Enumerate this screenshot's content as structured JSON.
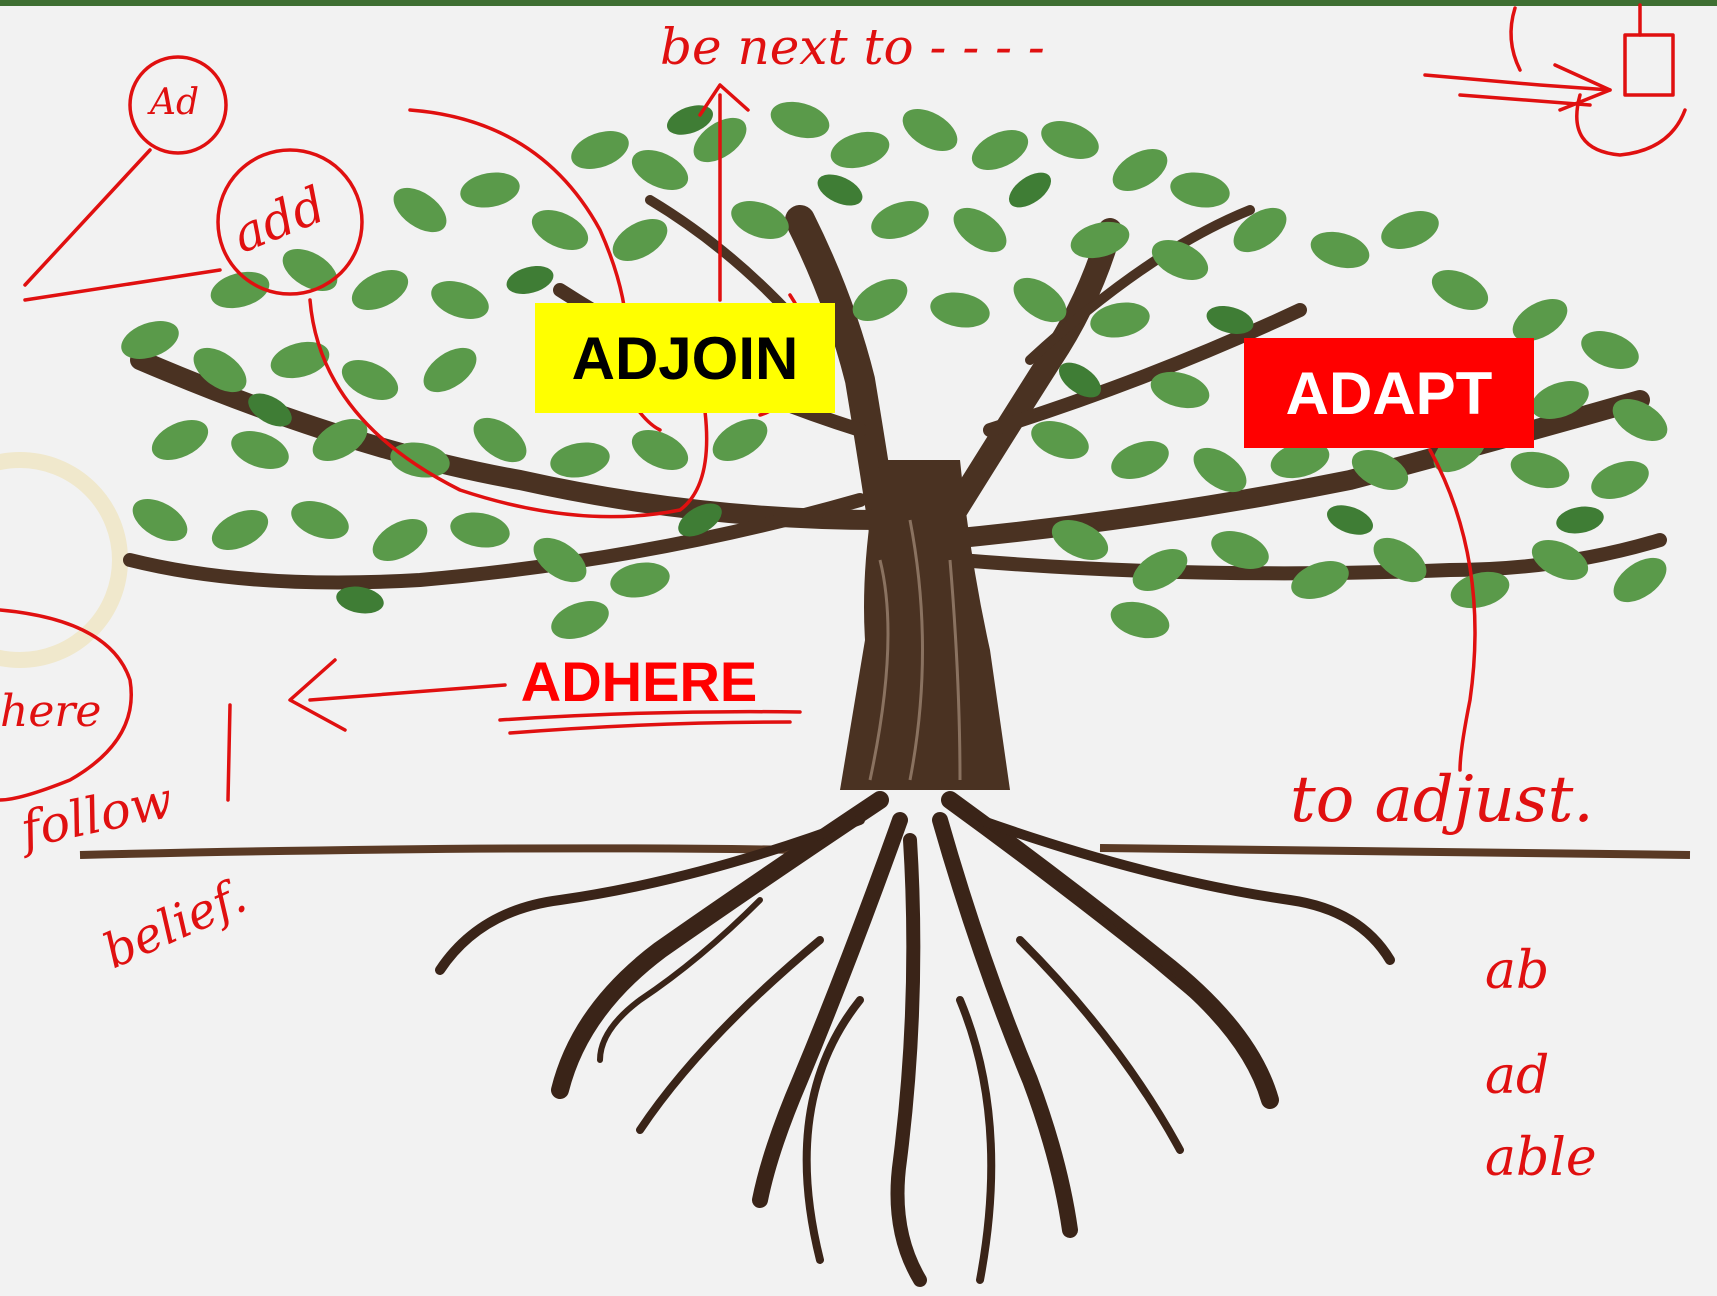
{
  "labels": {
    "adjoin": "ADJOIN",
    "adapt": "ADAPT",
    "adhere": "ADHERE"
  },
  "annotations": {
    "be_next_to": "be next to - - - -",
    "ad_circle": "Ad",
    "add_circle": "add",
    "to_adjust": "to adjust.",
    "here": "here",
    "follow": "follow",
    "belief": "belief.",
    "ab": "ab",
    "ad": "ad",
    "able": "able"
  },
  "colors": {
    "ink": "#e01010",
    "leaf": "#5a9a4a",
    "leaf_dark": "#3f7d35",
    "trunk": "#4a3222",
    "adjoin_bg": "#ffff00",
    "adapt_bg": "#ff0000",
    "top_rule": "#3f6f32"
  }
}
